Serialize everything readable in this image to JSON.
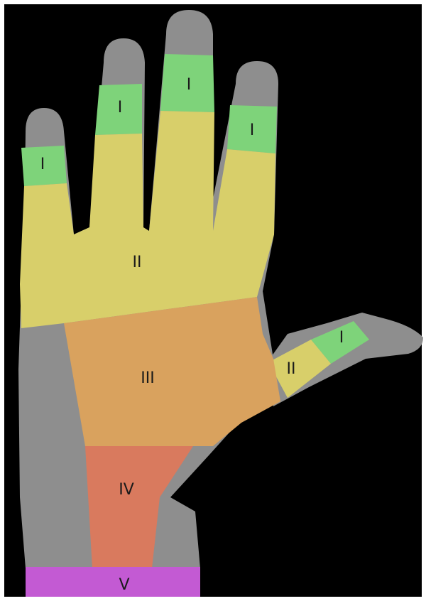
{
  "zones": {
    "I": "I",
    "II": "II",
    "III": "III",
    "IV": "IV",
    "V": "V"
  },
  "colors": {
    "background": "#000000",
    "skin_gray": "#8e8e8e",
    "zone_I_green": "#7ed37a",
    "zone_II_yellow": "#d8cf6a",
    "zone_III_orange": "#d9a25e",
    "zone_IV_red": "#d97a5e",
    "zone_V_purple": "#c35ad3"
  }
}
